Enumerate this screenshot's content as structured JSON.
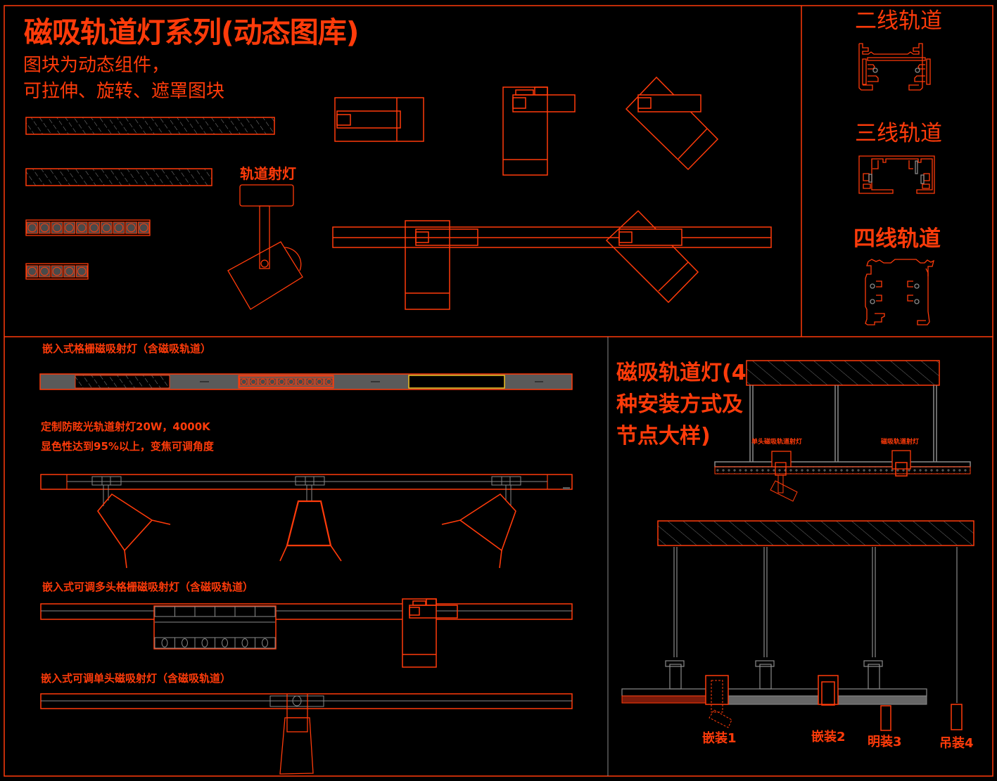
{
  "drawing": {
    "title": "磁吸轨道灯系列(动态图库)",
    "subtitle_line1": "图块为动态组件，",
    "subtitle_line2": "可拉伸、旋转、遮罩图块",
    "track_spotlight_label": "轨道射灯",
    "colors": {
      "background": "#000000",
      "line": "#ff3b0a",
      "secondary_line": "#8a8a8a",
      "highlight": "#f0c020",
      "fill_gray": "#5a5a5a"
    }
  },
  "rail_profiles": {
    "items": [
      {
        "label": "二线轨道",
        "type": "2-wire"
      },
      {
        "label": "三线轨道",
        "type": "3-wire"
      },
      {
        "label": "四线轨道",
        "type": "4-wire"
      }
    ]
  },
  "sections": {
    "recessed_grille": {
      "label": "嵌入式格栅磁吸射灯（含磁吸轨道）"
    },
    "antiglare": {
      "line1": "定制防眩光轨道射灯20W，4000K",
      "line2": "显色性达到95%以上，变焦可调角度"
    },
    "multi_head": {
      "label": "嵌入式可调多头格栅磁吸射灯（含磁吸轨道）"
    },
    "single_head": {
      "label": "嵌入式可调单头磁吸射灯（含磁吸轨道）"
    }
  },
  "installation": {
    "title": "磁吸轨道灯(4种安装方式及节点大样)",
    "detail_labels": [
      "单头磁吸轨道射灯",
      "磁吸轨道射灯"
    ],
    "methods": [
      {
        "label": "嵌装1"
      },
      {
        "label": "嵌装2"
      },
      {
        "label": "明装3"
      },
      {
        "label": "吊装4"
      }
    ]
  }
}
